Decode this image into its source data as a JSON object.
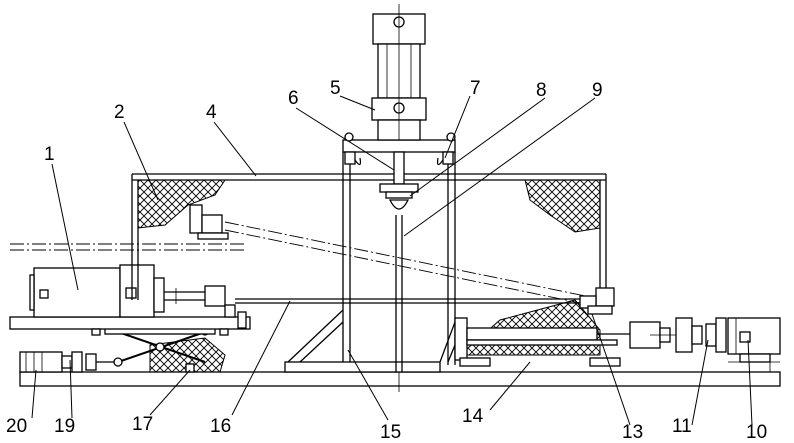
{
  "labels": {
    "l1": "1",
    "l2": "2",
    "l4": "4",
    "l5": "5",
    "l6": "6",
    "l7": "7",
    "l8": "8",
    "l9": "9",
    "l10": "10",
    "l11": "11",
    "l13": "13",
    "l14": "14",
    "l15": "15",
    "l16": "16",
    "l17": "17",
    "l19": "19",
    "l20": "20"
  }
}
